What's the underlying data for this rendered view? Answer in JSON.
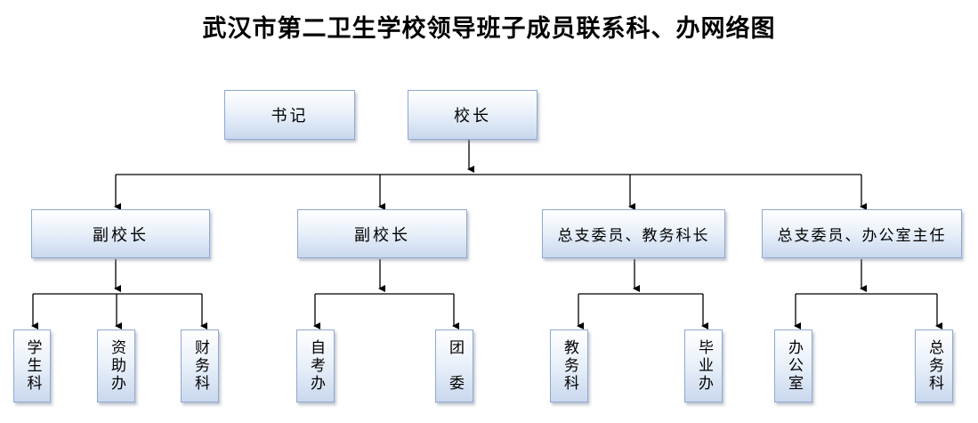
{
  "title": "武汉市第二卫生学校领导班子成员联系科、办网络图",
  "top": {
    "secretary": "书记",
    "principal": "校长"
  },
  "leaders": [
    {
      "label": "副校长",
      "departments": [
        "学生科",
        "资助办",
        "财务科"
      ]
    },
    {
      "label": "副校长",
      "departments": [
        "自考办",
        "团　委"
      ]
    },
    {
      "label": "总支委员、教务科长",
      "departments": [
        "教务科",
        "毕业办"
      ]
    },
    {
      "label": "总支委员、办公室主任",
      "departments": [
        "办公室",
        "总务科"
      ]
    }
  ]
}
